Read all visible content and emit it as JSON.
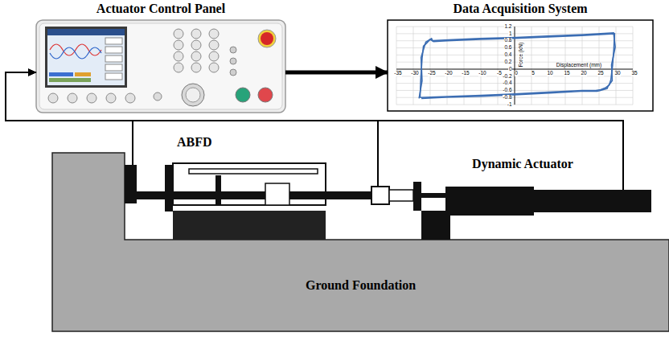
{
  "diagram": {
    "nodes": [
      {
        "text": [
          "Actuator Control Panel"
        ]
      },
      {
        "text": [
          "Data Acquisition System"
        ]
      },
      {
        "text": [
          "ABFD"
        ]
      },
      {
        "text": [
          "Dynamic Actuator"
        ]
      },
      {
        "text": [
          "Ground Foundation"
        ]
      }
    ],
    "edges": [
      {
        "from": 0,
        "to": 1,
        "arrow": "to"
      },
      {
        "from": 3,
        "to": 0,
        "arrow": "to"
      },
      {
        "from": 2,
        "to": 0,
        "arrow": "to"
      }
    ],
    "labels": [
      "1.2",
      "1",
      "0.8",
      "0.6",
      "0.4",
      "0.2",
      "0",
      "-0.2",
      "-0.4",
      "-0.6",
      "-0.8",
      "-1",
      "-35",
      "-30",
      "-25",
      "-20",
      "-15",
      "-10",
      "-5",
      "0",
      "5",
      "10",
      "15",
      "20",
      "25",
      "30",
      "35",
      "Force (kN)",
      "Displacement (mm)"
    ]
  }
}
